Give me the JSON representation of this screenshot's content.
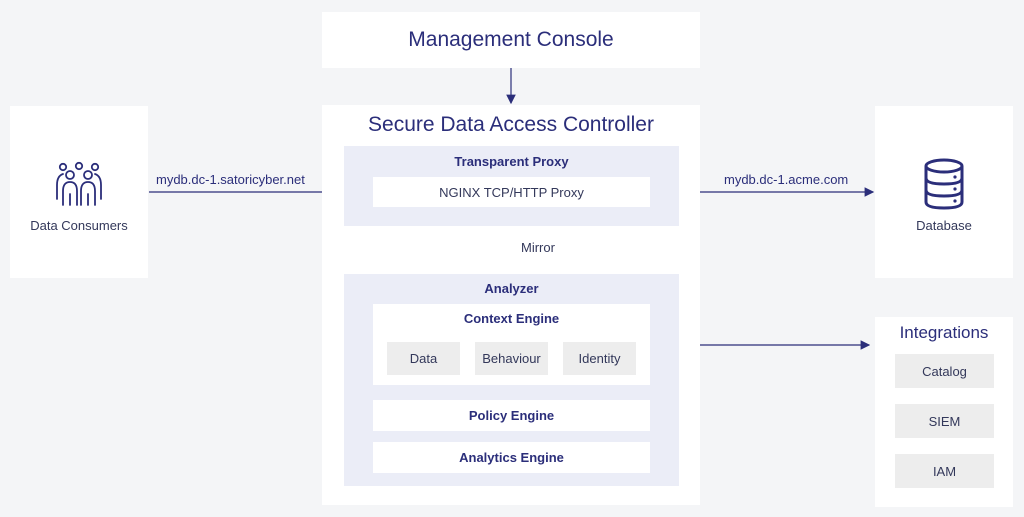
{
  "management_console": {
    "title": "Management Console"
  },
  "controller": {
    "title": "Secure Data Access Controller",
    "proxy_section": {
      "title": "Transparent Proxy",
      "proxy": "NGINX TCP/HTTP Proxy"
    },
    "mirror_label": "Mirror",
    "analyzer": {
      "title": "Analyzer",
      "context_engine": {
        "title": "Context Engine",
        "items": [
          "Data",
          "Behaviour",
          "Identity"
        ]
      },
      "policy_engine": "Policy Engine",
      "analytics_engine": "Analytics Engine"
    }
  },
  "consumers": {
    "label": "Data Consumers",
    "icon": "people-group-icon",
    "host": "mydb.dc-1.satoricyber.net"
  },
  "database": {
    "label": "Database",
    "icon": "database-icon",
    "host": "mydb.dc-1.acme.com"
  },
  "integrations": {
    "title": "Integrations",
    "items": [
      "Catalog",
      "SIEM",
      "IAM"
    ]
  },
  "colors": {
    "accent": "#2b2e7a",
    "panel": "#ebedf7",
    "item": "#ededed",
    "background": "#f4f5f7"
  }
}
